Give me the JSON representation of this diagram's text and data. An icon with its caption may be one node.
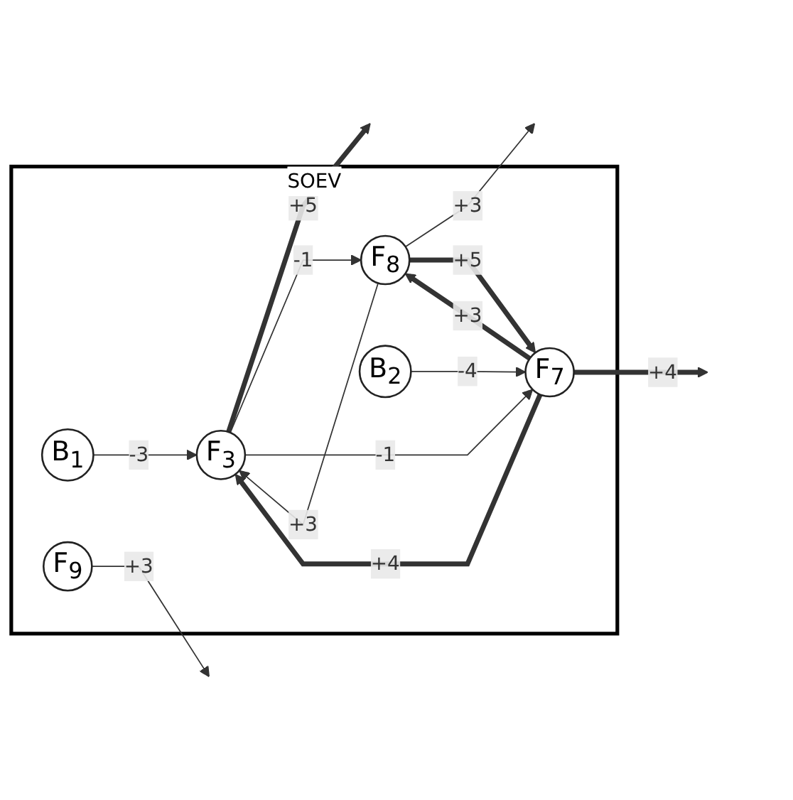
{
  "diagram": {
    "nodes": [
      {
        "text": [
          "SOEV"
        ]
      },
      {
        "text": [
          "B$_{1}$"
        ],
        "in": 0
      },
      {
        "text": [
          "F$_{9}$"
        ],
        "in": 0
      },
      {
        "text": [
          "F$_{3}$"
        ],
        "in": 0
      },
      {
        "text": [
          "F$_{8}$"
        ],
        "in": 0
      },
      {
        "text": [
          "F$_{7}$"
        ],
        "in": 0
      },
      {
        "text": [
          "B$_{2}$"
        ],
        "in": 0
      }
    ],
    "edges": [
      {
        "from": 2,
        "to": null,
        "arrow": "to",
        "label": "+3"
      },
      {
        "from": 1,
        "to": 3,
        "arrow": "to",
        "label": "-3"
      },
      {
        "from": 3,
        "to": null,
        "arrow": "to",
        "label": "+5",
        "style": "thick"
      },
      {
        "from": 4,
        "to": 3,
        "arrow": "to",
        "label": "+3"
      },
      {
        "from": 3,
        "to": 4,
        "arrow": "to",
        "label": "-1"
      },
      {
        "from": 4,
        "to": null,
        "arrow": "to",
        "label": "+3"
      },
      {
        "from": 4,
        "to": 5,
        "arrow": "to",
        "label": "+5",
        "style": "thick"
      },
      {
        "from": 5,
        "to": 4,
        "arrow": "to",
        "label": "+3",
        "style": "thick"
      },
      {
        "from": 3,
        "to": 5,
        "arrow": "to",
        "label": "-1"
      },
      {
        "from": 5,
        "to": 3,
        "arrow": "to",
        "label": "+4",
        "style": "thick"
      },
      {
        "from": 6,
        "to": 5,
        "arrow": "to",
        "label": "-4"
      },
      {
        "from": 5,
        "to": null,
        "arrow": "to",
        "label": "+4",
        "style": "thick"
      }
    ]
  }
}
